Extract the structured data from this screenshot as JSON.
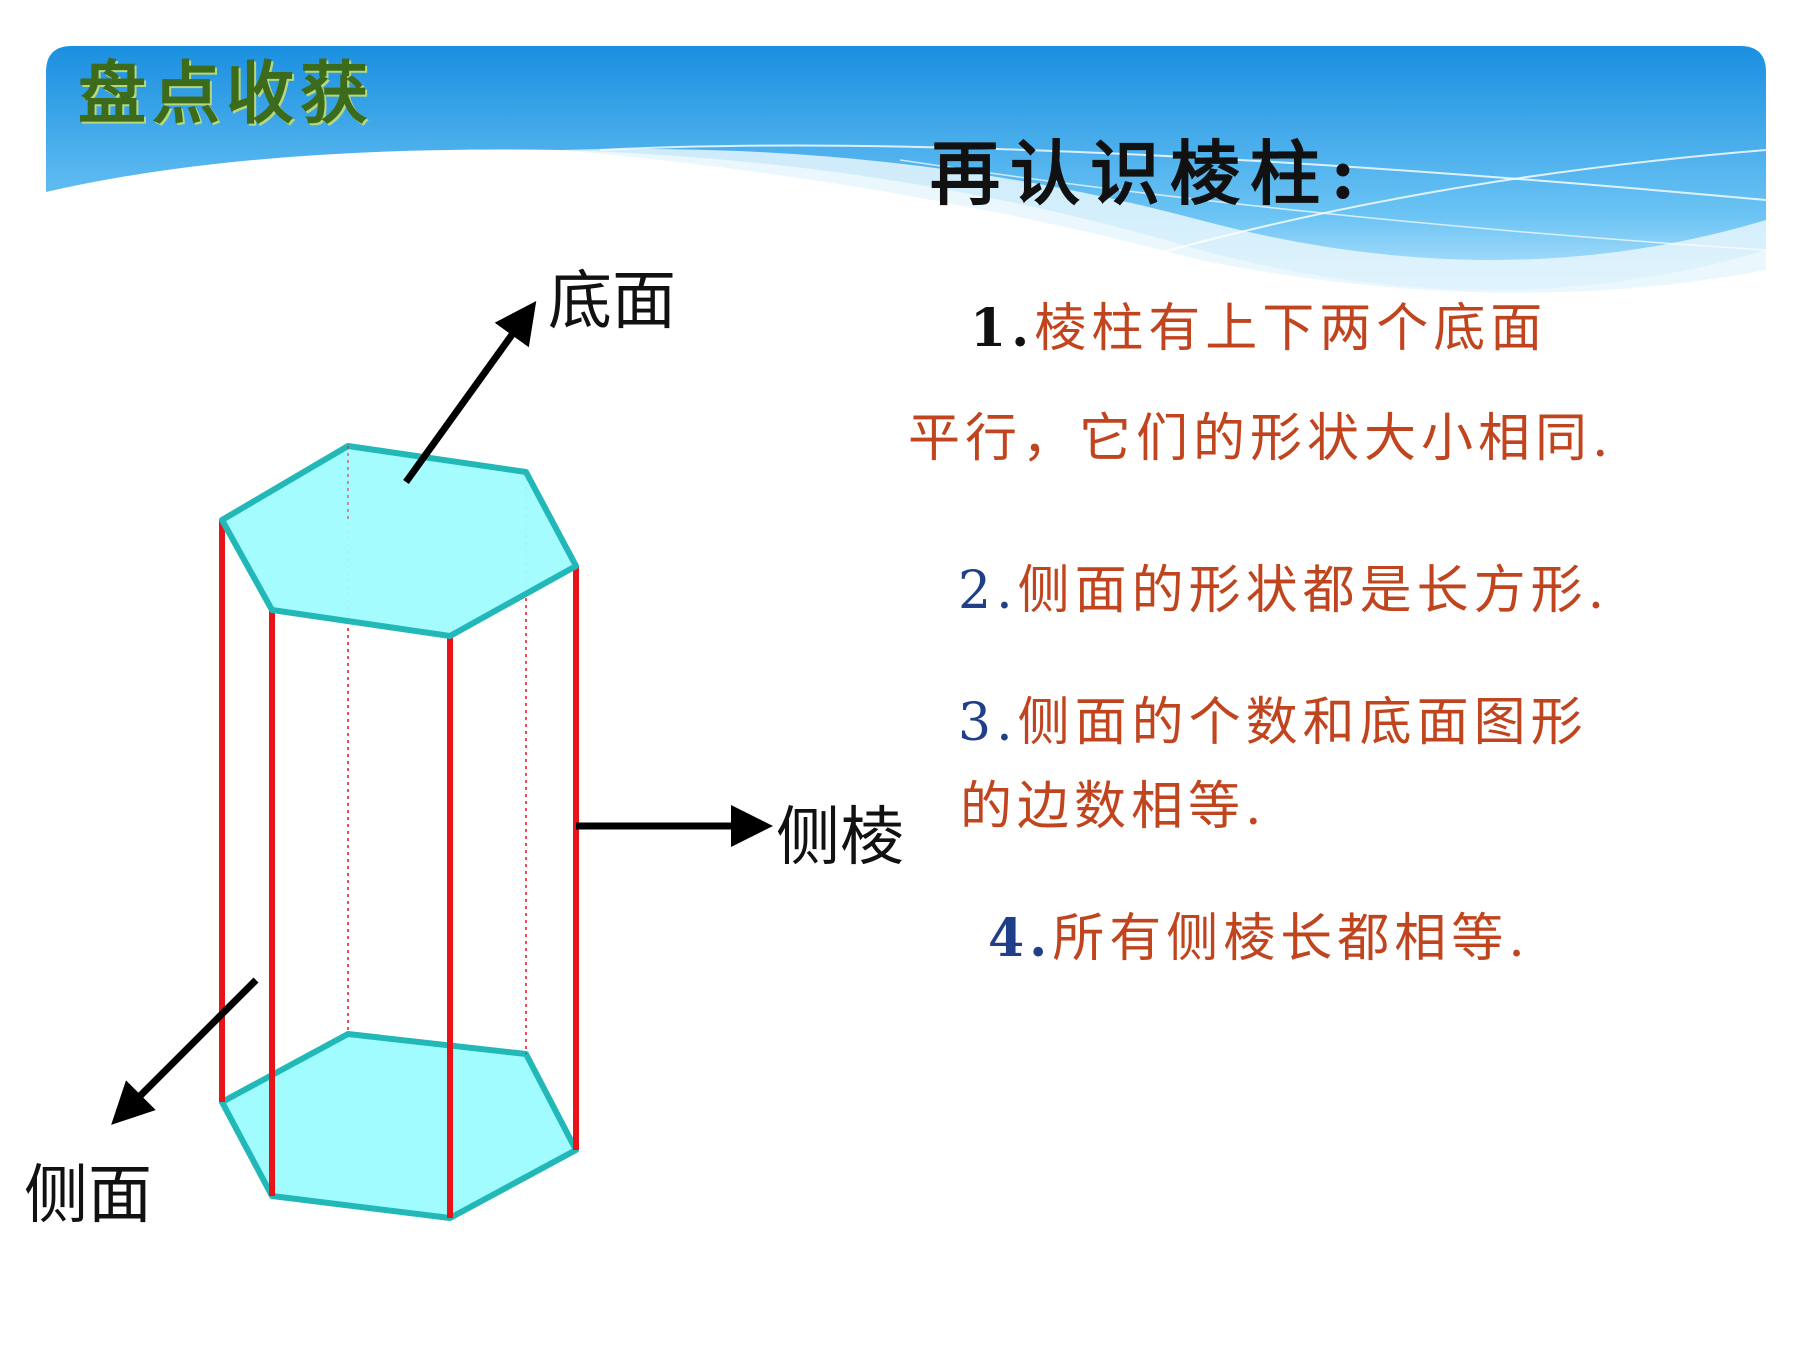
{
  "header": {
    "title": "盘点收获"
  },
  "slide": {
    "title": "再认识棱柱:"
  },
  "diagram": {
    "label_base": "底面",
    "label_lateral_edge": "侧棱",
    "label_lateral_face": "侧面"
  },
  "points": [
    {
      "num": "1.",
      "text_line1": "棱柱有上下两个底面",
      "text_line2": "平行，它们的形状大小相同."
    },
    {
      "num": "2.",
      "text": "侧面的形状都是长方形."
    },
    {
      "num": "3.",
      "text_line1": "侧面的个数和底面图形",
      "text_line2": "的边数相等."
    },
    {
      "num": "4.",
      "text": "所有侧棱长都相等."
    }
  ],
  "colors": {
    "banner_blue": "#2a9fe6",
    "banner_light": "#bfe6fb",
    "face_fill": "#a0fcff",
    "face_stroke": "#22b8b8",
    "edge_red": "#e8141a",
    "text_red": "#c0451e",
    "num_blue": "#1f3f8a",
    "title_green": "#3d6b1c"
  }
}
